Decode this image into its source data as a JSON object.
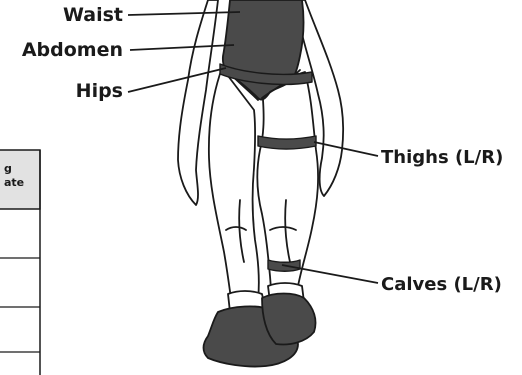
{
  "labels": {
    "waist": "Waist",
    "abdomen": "Abdomen",
    "hips": "Hips",
    "thighs": "Thighs (L/R)",
    "calves": "Calves (L/R)"
  },
  "table": {
    "header_line1": "g",
    "header_line2": "ate",
    "rows": 4
  }
}
